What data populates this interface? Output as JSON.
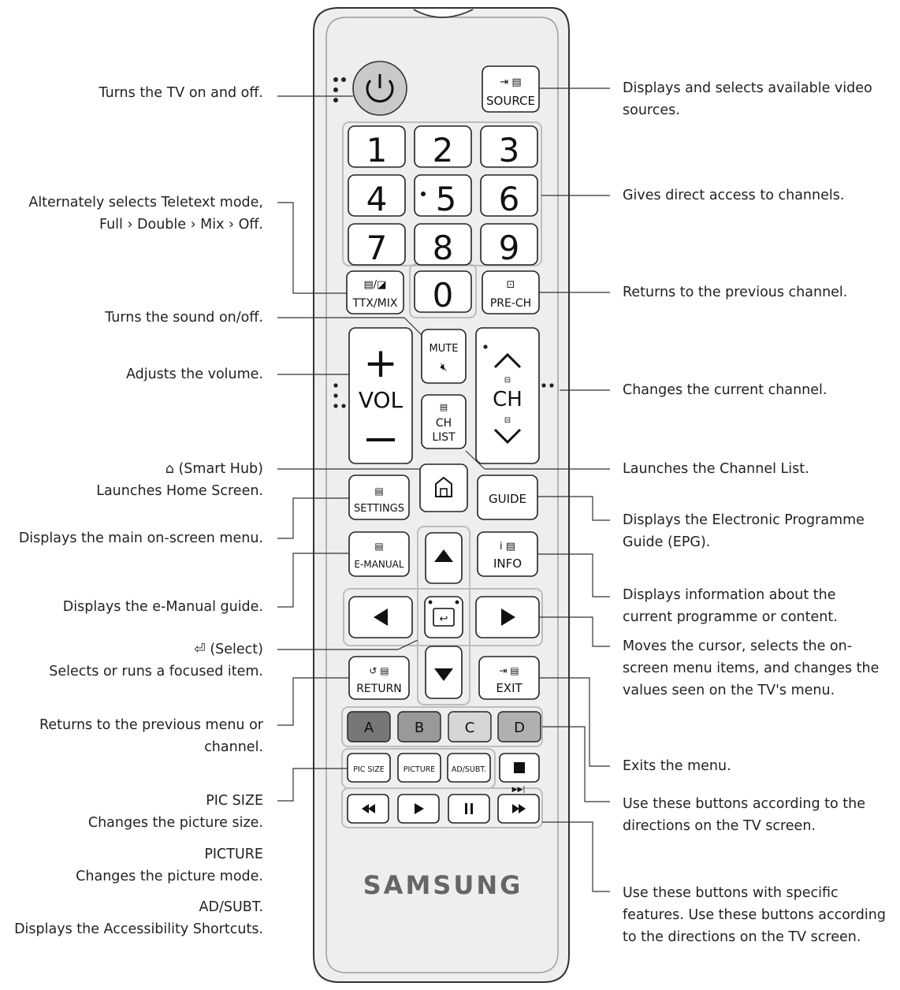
{
  "callouts_left": [
    {
      "id": "power",
      "lines": [
        "Turns the TV on and off."
      ]
    },
    {
      "id": "ttx",
      "lines": [
        "Alternately selects Teletext mode,",
        "Full › Double › Mix › Off."
      ]
    },
    {
      "id": "mute",
      "lines": [
        "Turns the sound on/off."
      ]
    },
    {
      "id": "vol",
      "lines": [
        "Adjusts the volume."
      ]
    },
    {
      "id": "home",
      "lines": [
        "(Smart Hub)",
        "Launches Home Screen."
      ]
    },
    {
      "id": "settings",
      "lines": [
        "Displays the main on-screen menu."
      ]
    },
    {
      "id": "emanual",
      "lines": [
        "Displays the e-Manual guide."
      ]
    },
    {
      "id": "select",
      "lines": [
        "(Select)",
        "Selects or runs a focused item."
      ]
    },
    {
      "id": "return",
      "lines": [
        "Returns to the previous menu or",
        "channel."
      ]
    },
    {
      "id": "picsize",
      "lines": [
        "PIC SIZE",
        "Changes the picture size."
      ]
    },
    {
      "id": "picture",
      "lines": [
        "PICTURE",
        "Changes the picture mode."
      ]
    },
    {
      "id": "adsubt",
      "lines": [
        "AD/SUBT.",
        "Displays the Accessibility Shortcuts."
      ]
    }
  ],
  "callouts_right": [
    {
      "id": "source",
      "lines": [
        "Displays and selects available video",
        "sources."
      ]
    },
    {
      "id": "numbers",
      "lines": [
        "Gives direct access to channels."
      ]
    },
    {
      "id": "prech",
      "lines": [
        "Returns to the previous channel."
      ]
    },
    {
      "id": "ch",
      "lines": [
        "Changes the current channel."
      ]
    },
    {
      "id": "chlist",
      "lines": [
        "Launches the Channel List."
      ]
    },
    {
      "id": "guide",
      "lines": [
        "Displays the Electronic Programme",
        "Guide (EPG)."
      ]
    },
    {
      "id": "info",
      "lines": [
        "Displays information about the",
        "current programme or content."
      ]
    },
    {
      "id": "nav",
      "lines": [
        "Moves the cursor, selects the on-",
        "screen menu items, and changes the",
        "values seen on the TV's menu."
      ]
    },
    {
      "id": "exit",
      "lines": [
        "Exits the menu."
      ]
    },
    {
      "id": "color",
      "lines": [
        "Use these buttons according to the",
        "directions on the TV screen."
      ]
    },
    {
      "id": "media",
      "lines": [
        "Use these buttons with specific",
        "features. Use these buttons according",
        "to the directions on the TV screen."
      ]
    }
  ],
  "remote": {
    "brand": "SAMSUNG",
    "source_label": "SOURCE",
    "digits": [
      "1",
      "2",
      "3",
      "4",
      "5",
      "6",
      "7",
      "8",
      "9",
      "0"
    ],
    "ttx_label": "TTX/MIX",
    "prech_label": "PRE-CH",
    "mute_label": "MUTE",
    "vol_label": "VOL",
    "ch_label": "CH",
    "chlist_label1": "CH",
    "chlist_label2": "LIST",
    "settings_label": "SETTINGS",
    "guide_label": "GUIDE",
    "emanual_label": "E-MANUAL",
    "info_label": "INFO",
    "return_label": "RETURN",
    "exit_label": "EXIT",
    "color_buttons": [
      "A",
      "B",
      "C",
      "D"
    ],
    "picsize_label": "PIC SIZE",
    "picture_label": "PICTURE",
    "adsubt_label": "AD/SUBT."
  },
  "colors": {
    "remote_body": "#eeeeee",
    "power_button": "#c9c9c9",
    "color_a": "#777777",
    "color_b": "#999999",
    "color_c": "#d6d6d6",
    "color_d": "#b0b0b0",
    "group_outline": "#bdbdbd"
  }
}
